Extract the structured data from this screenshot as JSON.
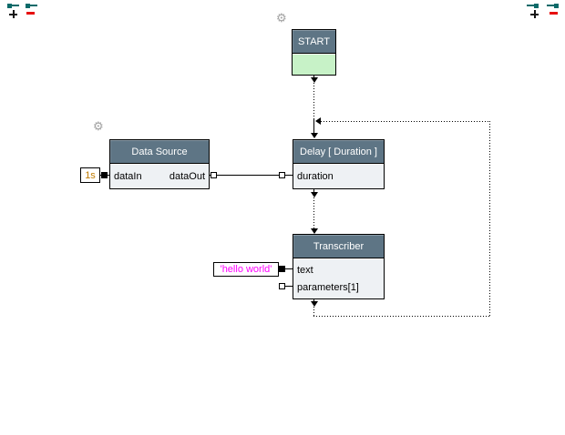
{
  "controls": {
    "add_symbol": "+",
    "remove_symbol": "-"
  },
  "icons": {
    "gear": "⚙"
  },
  "nodes": {
    "start": {
      "title": "START"
    },
    "data_source": {
      "title": "Data Source",
      "port_in": "dataIn",
      "port_out": "dataOut",
      "input_value": "1s"
    },
    "delay": {
      "title": "Delay [ Duration ]",
      "port_in": "duration"
    },
    "transcriber": {
      "title": "Transcriber",
      "port_text": "text",
      "port_parameters": "parameters[1]",
      "input_value": "'hello world'"
    }
  },
  "colors": {
    "node_header": "#5e7585",
    "node_body": "#eef1f4",
    "start_body": "#c7f2c7",
    "value_1s_text": "#c07b00",
    "value_hello_text": "#ff00ff",
    "control_teal": "#0b6a69",
    "control_red": "#e60f0f"
  }
}
